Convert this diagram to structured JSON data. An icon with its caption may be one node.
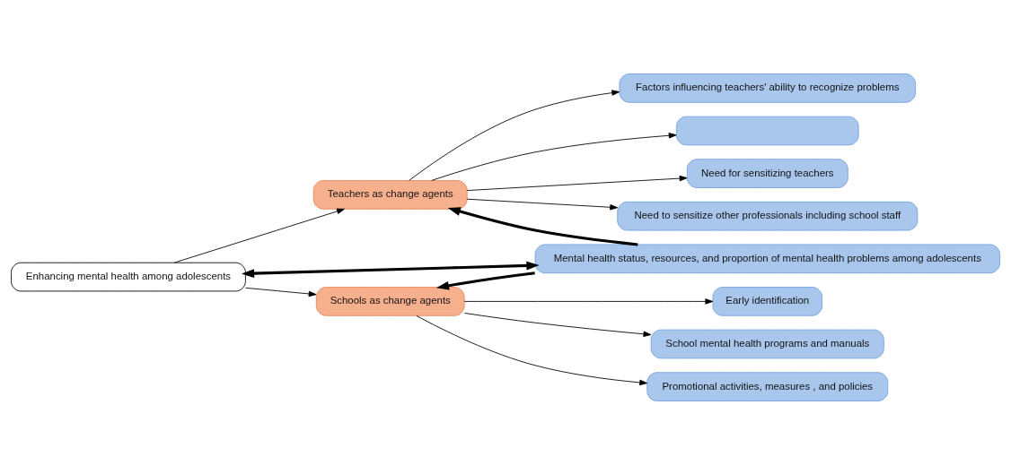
{
  "diagram": {
    "nodes": [
      {
        "text": [
          "Enhancing mental health among adolescents"
        ]
      },
      {
        "text": [
          "Teachers as change agents"
        ]
      },
      {
        "text": [
          "Factors influencing teachers' ability to recognize problems"
        ]
      },
      {
        "text": [],
        "shape": "box"
      },
      {
        "text": [
          "Need for sensitizing teachers"
        ]
      },
      {
        "text": [
          "Need to sensitize other professionals including school staff"
        ]
      },
      {
        "text": [
          "Mental health status, resources, and proportion of mental health problems among adolescents"
        ]
      },
      {
        "text": [
          "Schools as change agents"
        ]
      },
      {
        "text": [
          "Early identification"
        ]
      },
      {
        "text": [
          "School mental health programs and manuals"
        ]
      },
      {
        "text": [
          "Promotional activities, measures , and policies"
        ]
      }
    ],
    "edges": [
      {
        "from": 0,
        "to": 1,
        "arrow": "to"
      },
      {
        "from": 0,
        "to": 7,
        "arrow": "to"
      },
      {
        "from": 1,
        "to": 2,
        "arrow": "to"
      },
      {
        "from": 1,
        "to": 3,
        "arrow": "to"
      },
      {
        "from": 1,
        "to": 4,
        "arrow": "to"
      },
      {
        "from": 1,
        "to": 5,
        "arrow": "to"
      },
      {
        "from": 0,
        "to": 6,
        "arrow": "both",
        "style": "thick"
      },
      {
        "from": 6,
        "to": 1,
        "arrow": "to",
        "style": "thick"
      },
      {
        "from": 6,
        "to": 7,
        "arrow": "to",
        "style": "thick"
      },
      {
        "from": 7,
        "to": 8,
        "arrow": "to"
      },
      {
        "from": 7,
        "to": 9,
        "arrow": "to"
      },
      {
        "from": 7,
        "to": 10,
        "arrow": "to"
      }
    ]
  }
}
